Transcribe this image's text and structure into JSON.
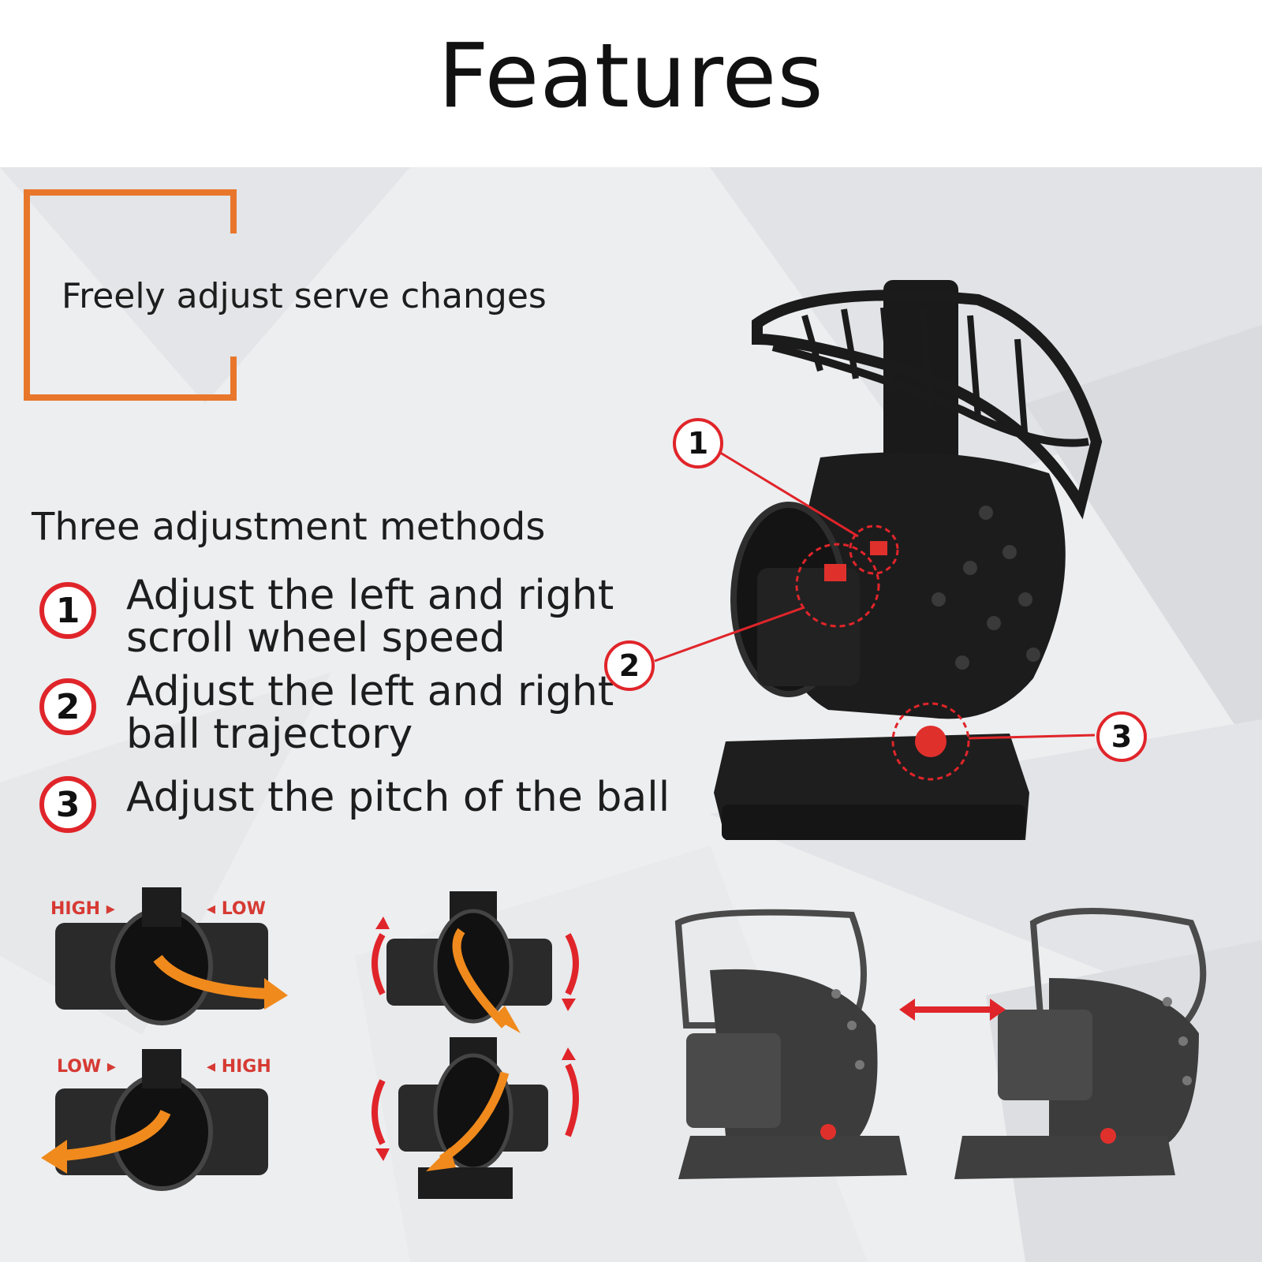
{
  "header": {
    "title": "Features"
  },
  "feature": {
    "subtitle": "Freely adjust serve changes"
  },
  "methods": {
    "heading": "Three adjustment methods",
    "items": [
      {
        "number": "1",
        "line1": "Adjust the left and right",
        "line2": "scroll wheel speed"
      },
      {
        "number": "2",
        "line1": "Adjust the left and right",
        "line2": "ball trajectory"
      },
      {
        "number": "3",
        "line1": "Adjust the pitch of the ball",
        "line2": ""
      }
    ]
  },
  "callouts": [
    "1",
    "2",
    "3"
  ],
  "diagrams": {
    "speed_top_left": "HIGH ▸",
    "speed_top_right": "◂ LOW",
    "speed_bottom_left": "LOW ▸",
    "speed_bottom_right": "◂ HIGH"
  },
  "colors": {
    "accent_frame": "#e8772b",
    "callout_red": "#e0252a",
    "arrow_orange": "#f08a1c",
    "machine_black": "#1b1b1b"
  }
}
